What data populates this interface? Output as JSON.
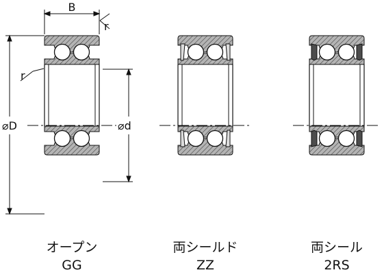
{
  "dimensions": {
    "width_label": "B",
    "radius_label_top": "r",
    "radius_label_side": "r",
    "outer_diameter_label": "⌀D",
    "bore_diameter_label": "⌀d"
  },
  "variants": [
    {
      "name": "オープン",
      "code": "GG",
      "seal": "open"
    },
    {
      "name": "両シールド",
      "code": "ZZ",
      "seal": "shield"
    },
    {
      "name": "両シール",
      "code": "2RS",
      "seal": "rubber-seal"
    }
  ]
}
